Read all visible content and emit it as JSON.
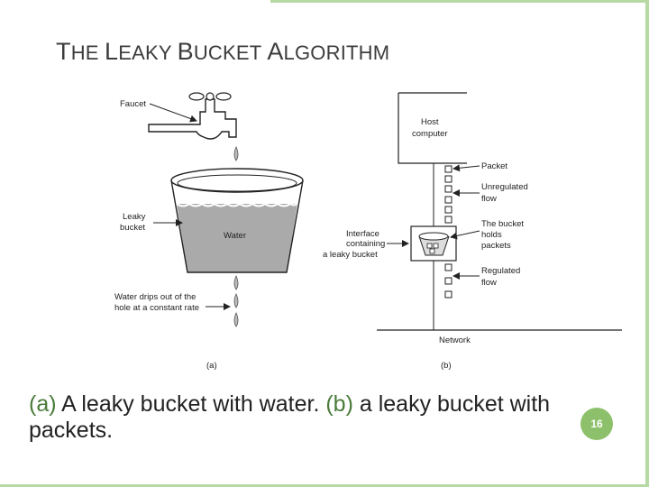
{
  "slide": {
    "title_parts": [
      {
        "cap": "T",
        "rest": "HE "
      },
      {
        "cap": "L",
        "rest": "EAKY "
      },
      {
        "cap": "B",
        "rest": "UCKET "
      },
      {
        "cap": "A",
        "rest": "LGORITHM"
      }
    ],
    "slide_number": "16",
    "theme_color": "#8cc06a"
  },
  "figure": {
    "a": {
      "label_faucet": "Faucet",
      "label_leaky_1": "Leaky",
      "label_leaky_2": "bucket",
      "label_water": "Water",
      "label_drips_1": "Water drips out of the",
      "label_drips_2": "hole at a constant rate",
      "sublabel": "(a)"
    },
    "b": {
      "label_host_1": "Host",
      "label_host_2": "computer",
      "label_packet": "Packet",
      "label_unreg_1": "Unregulated",
      "label_unreg_2": "flow",
      "label_iface_1": "Interface",
      "label_iface_2": "containing",
      "label_iface_3": "a leaky bucket",
      "label_holds_1": "The bucket",
      "label_holds_2": "holds",
      "label_holds_3": "packets",
      "label_reg_1": "Regulated",
      "label_reg_2": "flow",
      "label_network": "Network",
      "sublabel": "(b)"
    }
  },
  "caption": {
    "a_marker": "(a)",
    "a_text": " A leaky bucket with water.  ",
    "b_marker": "(b)",
    "b_text": " a leaky bucket with packets."
  }
}
